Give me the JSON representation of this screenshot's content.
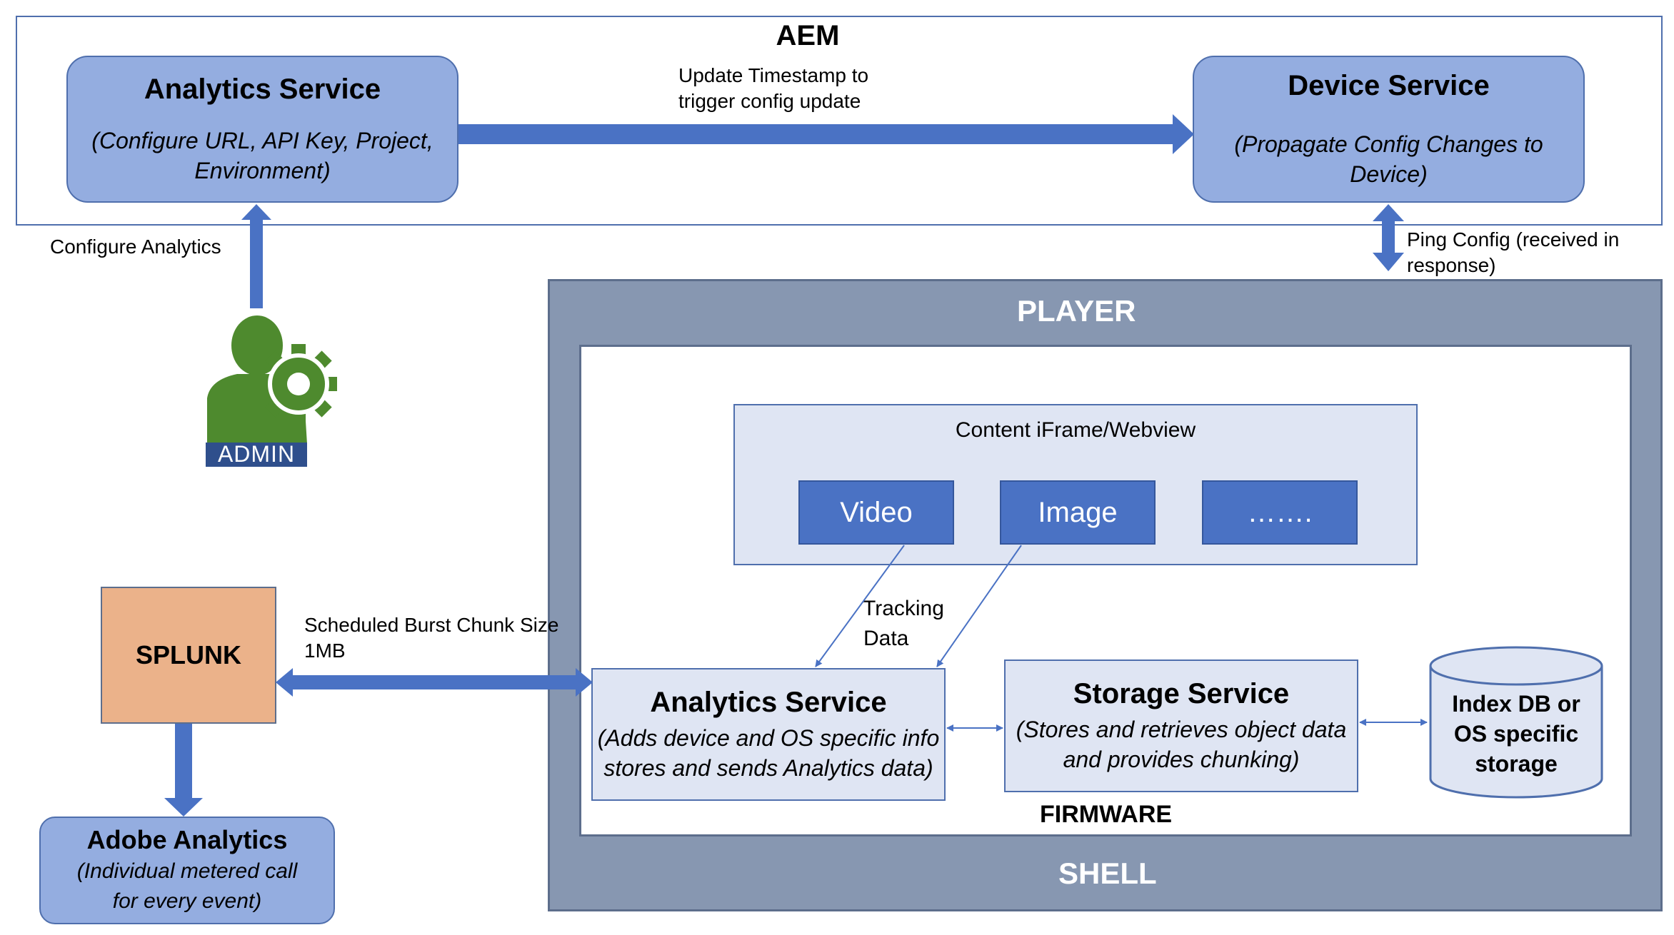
{
  "aem": {
    "title": "AEM",
    "analytics_service": {
      "title": "Analytics Service",
      "line1": "(Configure URL, API Key, Project,",
      "line2": "Environment)"
    },
    "device_service": {
      "title": "Device Service",
      "line1": "(Propagate Config Changes to",
      "line2": "Device)"
    },
    "update_label": {
      "line1": "Update Timestamp to",
      "line2": "trigger config update"
    }
  },
  "configure_analytics_label": "Configure Analytics",
  "ping_config_label": {
    "line1": "Ping Config (received in",
    "line2": "response)"
  },
  "admin": {
    "label": "ADMIN",
    "icon": "admin-user-gear-icon",
    "color": "#4e8a2e"
  },
  "player": {
    "title": "PLAYER",
    "content": {
      "title": "Content iFrame/Webview",
      "items": [
        "Video",
        "Image",
        "……."
      ]
    },
    "tracking_label": {
      "line1": "Tracking",
      "line2": "Data"
    },
    "analytics_service": {
      "title": "Analytics Service",
      "line1": "(Adds device and OS specific info",
      "line2": "stores and sends Analytics data)"
    },
    "storage_service": {
      "title": "Storage Service",
      "line1": "(Stores and retrieves object data",
      "line2": "and provides chunking)"
    },
    "index_db": {
      "line1": "Index DB or",
      "line2": "OS specific",
      "line3": "storage"
    },
    "firmware_label": "FIRMWARE",
    "shell_label": "SHELL"
  },
  "splunk": {
    "label": "SPLUNK"
  },
  "burst_label": {
    "line1": "Scheduled Burst Chunk Size",
    "line2": "1MB"
  },
  "adobe_analytics": {
    "title": "Adobe Analytics",
    "line1": "(Individual metered call",
    "line2": "for every event)"
  },
  "colors": {
    "arrow": "#4a72c4",
    "light_box": "#94ade0",
    "player_bg": "#8797b1",
    "splunk_bg": "#ebb28a",
    "pale_box": "#dfe5f3"
  }
}
